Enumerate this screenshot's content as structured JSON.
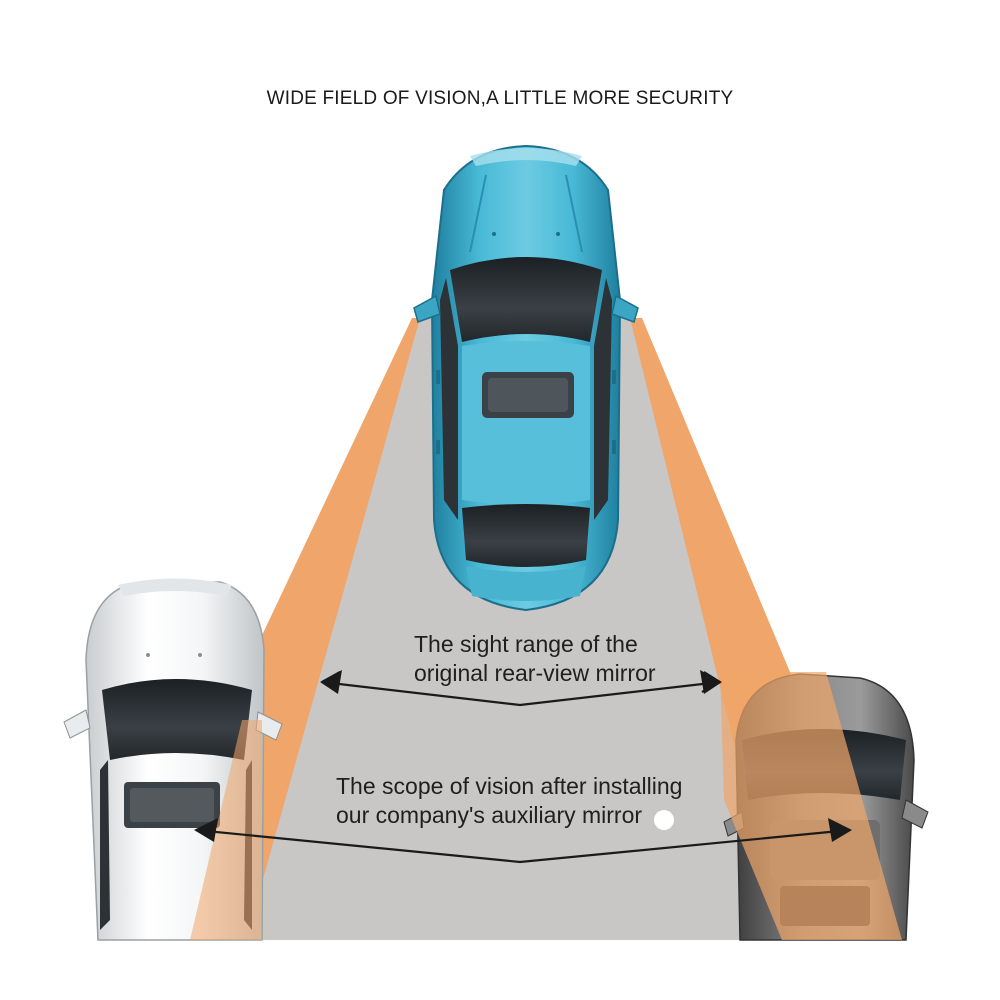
{
  "headline": "WIDE FIELD OF VISION,A LITTLE MORE SECURITY",
  "captions": {
    "original": {
      "line1": "The sight range of the",
      "line2": "original rear-view mirror"
    },
    "auxiliary": {
      "line1": "The scope of vision after installing",
      "line2": "our company's auxiliary mirror"
    }
  },
  "colors": {
    "road": "#c9c7c6",
    "vision_cone": "#f0a56a",
    "main_car": "#3aa6c4",
    "left_car": "#f2f4f5",
    "right_car": "#6b6b6b",
    "arrow": "#1a1a1a",
    "glass": "#2c3236"
  }
}
